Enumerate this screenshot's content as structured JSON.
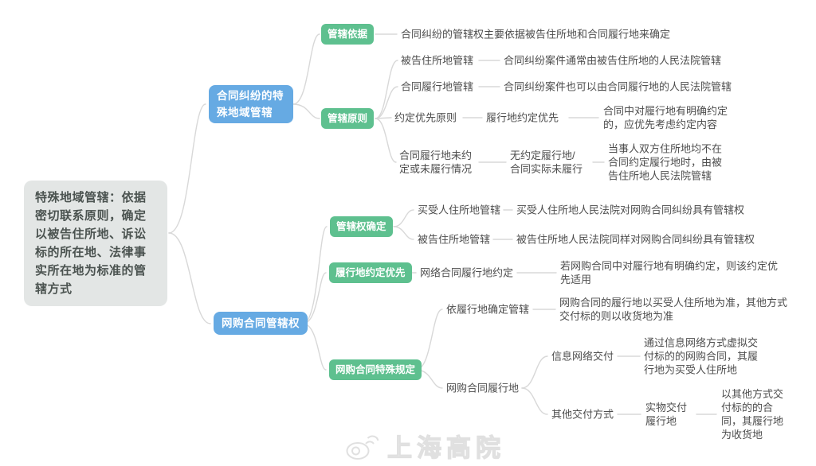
{
  "colors": {
    "blue": "#66aae3",
    "green": "#5ec08f",
    "rootBg": "#e3e6e5",
    "rootText": "#4b5350",
    "line": "#d8d8d8",
    "text": "#4d4d4d",
    "watermark": "#e0e0e0"
  },
  "root": {
    "text": "特殊地域管辖：依据密切联系原则，确定以被告住所地、诉讼标的所在地、法律事实所在地为标准的管辖方式"
  },
  "contract": {
    "label": "合同纠纷的特殊地域管辖",
    "basis": {
      "label": "管辖依据",
      "desc": "合同纠纷的管辖权主要依据被告住所地和合同履行地来确定"
    },
    "principles": {
      "label": "管辖原则",
      "items": [
        {
          "label": "被告住所地管辖",
          "desc": "合同纠纷案件通常由被告住所地的人民法院管辖"
        },
        {
          "label": "合同履行地管辖",
          "desc": "合同纠纷案件也可以由合同履行地的人民法院管辖"
        },
        {
          "label": "约定优先原则",
          "mid": "履行地约定优先",
          "desc": "合同中对履行地有明确约定的，应优先考虑约定内容"
        },
        {
          "label": "合同履行地未约定或未履行情况",
          "mid": "无约定履行地/合同实际未履行",
          "desc": "当事人双方住所地均不在合同约定履行地时，由被告住所地人民法院管辖"
        }
      ]
    }
  },
  "online": {
    "label": "网购合同管辖权",
    "determination": {
      "label": "管辖权确定",
      "items": [
        {
          "label": "买受人住所地管辖",
          "desc": "买受人住所地人民法院对网购合同纠纷具有管辖权"
        },
        {
          "label": "被告住所地管辖",
          "desc": "被告住所地人民法院同样对网购合同纠纷具有管辖权"
        }
      ]
    },
    "agreement": {
      "label": "履行地约定优先",
      "item": {
        "label": "网络合同履行地约定",
        "desc": "若网购合同中对履行地有明确约定，则该约定优先适用"
      }
    },
    "special": {
      "label": "网购合同特殊规定",
      "byPlace": {
        "label": "依履行地确定管辖",
        "desc": "网购合同的履行地以买受人住所地为准，其他方式交付标的则以收货地为准"
      },
      "place": {
        "label": "网购合同履行地",
        "items": [
          {
            "label": "信息网络交付",
            "desc": "通过信息网络方式虚拟交付标的的网购合同，其履行地为买受人住所地"
          },
          {
            "label": "其他交付方式",
            "mid": "实物交付履行地",
            "desc": "以其他方式交付标的的合同，其履行地为收货地"
          }
        ]
      }
    }
  },
  "watermark": {
    "text": "上海高院"
  }
}
